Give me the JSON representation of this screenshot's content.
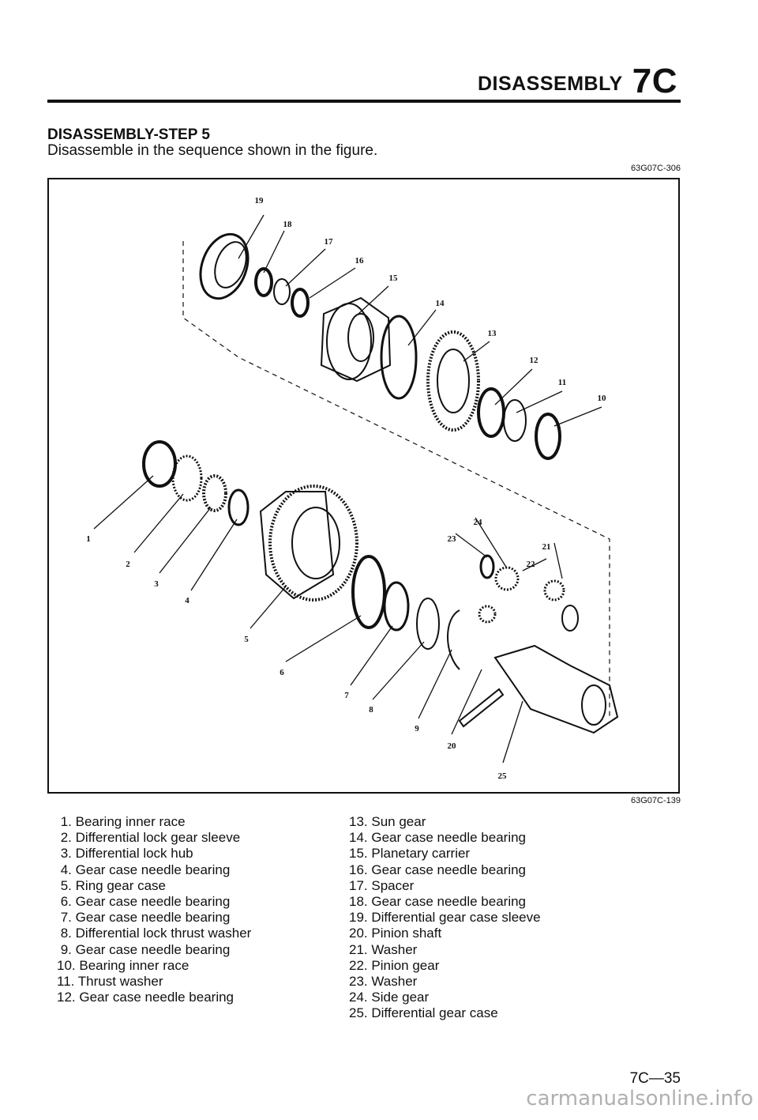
{
  "header": {
    "title": "DISASSEMBLY",
    "chapter": "7C"
  },
  "section": {
    "heading": "DISASSEMBLY-STEP 5",
    "instruction": "Disassemble in the sequence shown in the figure."
  },
  "figure": {
    "ref_top": "63G07C-306",
    "ref_bottom": "63G07C-139",
    "callouts": [
      "1",
      "2",
      "3",
      "4",
      "5",
      "6",
      "7",
      "8",
      "9",
      "10",
      "11",
      "12",
      "13",
      "14",
      "15",
      "16",
      "17",
      "18",
      "19",
      "20",
      "21",
      "22",
      "23",
      "24",
      "25"
    ]
  },
  "parts": [
    {
      "num": " 1.",
      "name": "Bearing inner race"
    },
    {
      "num": " 2.",
      "name": "Differential lock gear sleeve"
    },
    {
      "num": " 3.",
      "name": "Differential lock hub"
    },
    {
      "num": " 4.",
      "name": "Gear case needle bearing"
    },
    {
      "num": " 5.",
      "name": "Ring gear case"
    },
    {
      "num": " 6.",
      "name": "Gear case needle bearing"
    },
    {
      "num": " 7.",
      "name": "Gear case needle bearing"
    },
    {
      "num": " 8.",
      "name": "Differential lock thrust washer"
    },
    {
      "num": " 9.",
      "name": "Gear case needle bearing"
    },
    {
      "num": "10.",
      "name": "Bearing inner race"
    },
    {
      "num": "11.",
      "name": "Thrust washer"
    },
    {
      "num": "12.",
      "name": "Gear case needle bearing"
    },
    {
      "num": "13.",
      "name": "Sun gear"
    },
    {
      "num": "14.",
      "name": "Gear case needle bearing"
    },
    {
      "num": "15.",
      "name": "Planetary carrier"
    },
    {
      "num": "16.",
      "name": "Gear case needle bearing"
    },
    {
      "num": "17.",
      "name": "Spacer"
    },
    {
      "num": "18.",
      "name": "Gear case needle bearing"
    },
    {
      "num": "19.",
      "name": "Differential gear case sleeve"
    },
    {
      "num": "20.",
      "name": "Pinion shaft"
    },
    {
      "num": "21.",
      "name": "Washer"
    },
    {
      "num": "22.",
      "name": "Pinion gear"
    },
    {
      "num": "23.",
      "name": "Washer"
    },
    {
      "num": "24.",
      "name": "Side gear"
    },
    {
      "num": "25.",
      "name": "Differential gear case"
    }
  ],
  "footer": {
    "page_number": "7C—35",
    "watermark": "carmanualsonline.info"
  }
}
